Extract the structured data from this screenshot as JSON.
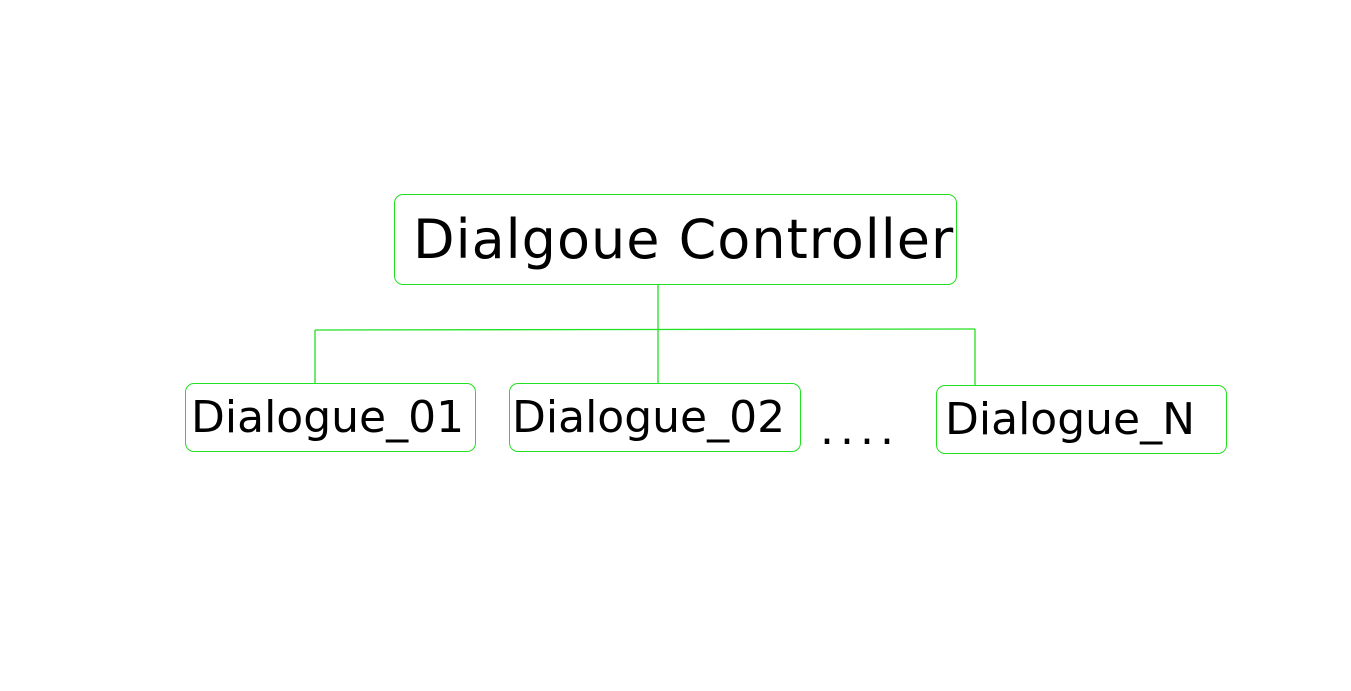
{
  "diagram": {
    "root": {
      "label": "Dialgoue Controller"
    },
    "children": [
      {
        "label": "Dialogue_01"
      },
      {
        "label": "Dialogue_02"
      },
      {
        "label": "Dialogue_N"
      }
    ],
    "ellipsis": "....",
    "colors": {
      "border": "#22e022",
      "connector": "#22e022",
      "text": "#000000",
      "background": "#ffffff"
    }
  }
}
